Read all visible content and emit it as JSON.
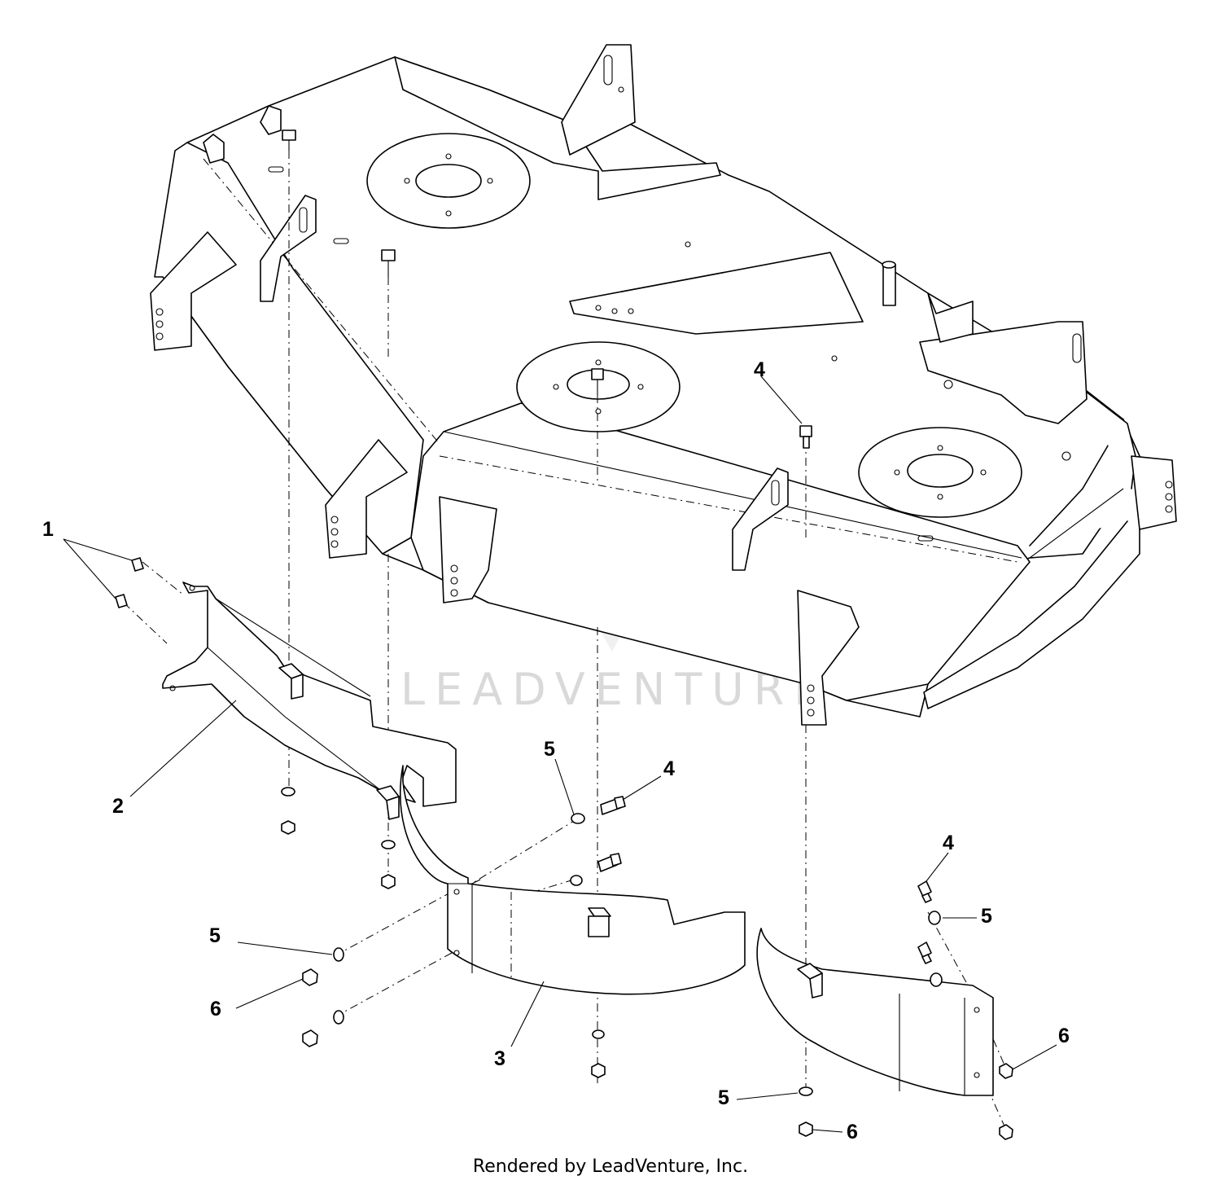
{
  "callouts": [
    {
      "id": "c1",
      "text": "1"
    },
    {
      "id": "c2",
      "text": "2"
    },
    {
      "id": "c3",
      "text": "3"
    },
    {
      "id": "c4a",
      "text": "4"
    },
    {
      "id": "c4b",
      "text": "4"
    },
    {
      "id": "c4c",
      "text": "4"
    },
    {
      "id": "c5a",
      "text": "5"
    },
    {
      "id": "c5b",
      "text": "5"
    },
    {
      "id": "c5c",
      "text": "5"
    },
    {
      "id": "c5d",
      "text": "5"
    },
    {
      "id": "c6a",
      "text": "6"
    },
    {
      "id": "c6b",
      "text": "6"
    },
    {
      "id": "c6c",
      "text": "6"
    }
  ],
  "watermark": "LEADVENTURE",
  "footer": "Rendered by LeadVenture, Inc."
}
